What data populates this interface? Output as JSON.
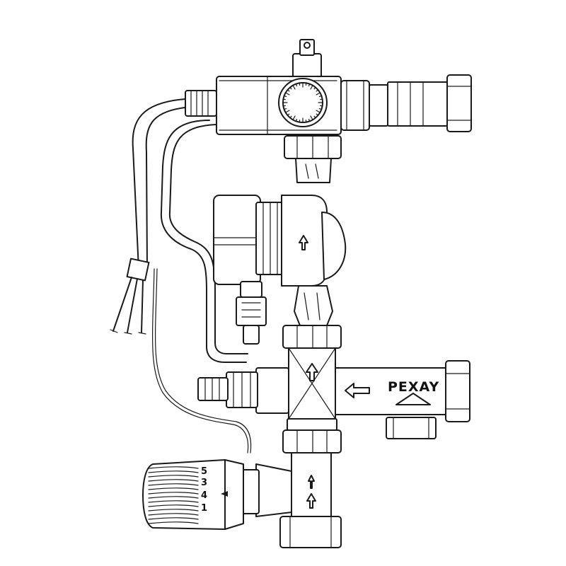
{
  "diagram": {
    "brand_label": "PEXAY",
    "knob_scale": [
      "5",
      "3",
      "4",
      "1"
    ],
    "colors": {
      "line": "#1a1a1a",
      "background": "#ffffff"
    },
    "icons": [
      "flow-arrow-up-icon",
      "flow-arrow-left-icon",
      "thermometer-dial-icon"
    ]
  }
}
